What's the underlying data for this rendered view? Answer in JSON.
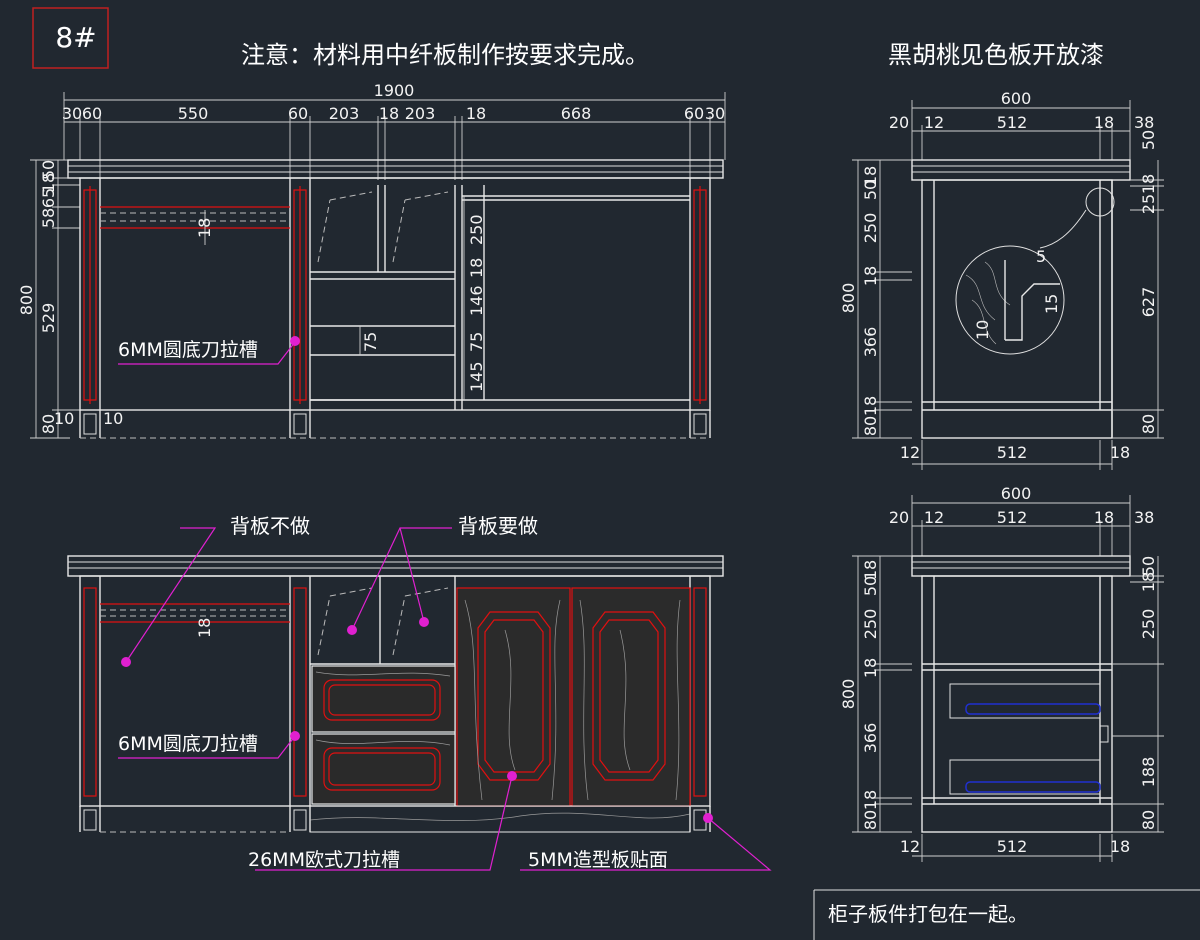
{
  "drawing": {
    "sheet_number": "8#",
    "note_material": "注意：材料用中纤板制作按要求完成。",
    "note_finish": "黑胡桃见色板开放漆",
    "note_packing": "柜子板件打包在一起。"
  },
  "front_view": {
    "top_dims": [
      "1900",
      "30",
      "60",
      "550",
      "60",
      "203",
      "18",
      "203",
      "18",
      "668",
      "60",
      "30"
    ],
    "left_dims": [
      "800",
      "50",
      "18",
      "65",
      "58",
      "529",
      "80"
    ],
    "inner_dims": [
      "18",
      "250",
      "18",
      "146",
      "75",
      "145",
      "75",
      "10",
      "10"
    ],
    "label_groove": "6MM圆底刀拉槽"
  },
  "back_view": {
    "label_back_none": "背板不做",
    "label_back_yes": "背板要做",
    "label_groove": "6MM圆底刀拉槽",
    "label_euro_groove": "26MM欧式刀拉槽",
    "label_panel": "5MM造型板贴面",
    "inner_dim": "18"
  },
  "side_view_top": {
    "top_dims": [
      "600",
      "20",
      "12",
      "512",
      "18",
      "38"
    ],
    "bottom_dims": [
      "12",
      "512",
      "18"
    ],
    "left_dims": [
      "800",
      "18",
      "50",
      "250",
      "18",
      "366",
      "18",
      "80"
    ],
    "right_dims": [
      "50",
      "18",
      "25",
      "627",
      "80"
    ],
    "detail_dims": [
      "5",
      "15",
      "10"
    ]
  },
  "side_view_bottom": {
    "top_dims": [
      "600",
      "20",
      "12",
      "512",
      "18",
      "38"
    ],
    "bottom_dims": [
      "12",
      "512",
      "18"
    ],
    "left_dims": [
      "800",
      "18",
      "50",
      "250",
      "18",
      "366",
      "18",
      "80"
    ],
    "right_dims": [
      "50",
      "18",
      "250",
      "188",
      "80"
    ]
  },
  "colors": {
    "background": "#212830",
    "line": "#e8e8e8",
    "groove_red": "#e01010",
    "leader_magenta": "#e020d0",
    "drawer_blue": "#2030d0"
  }
}
